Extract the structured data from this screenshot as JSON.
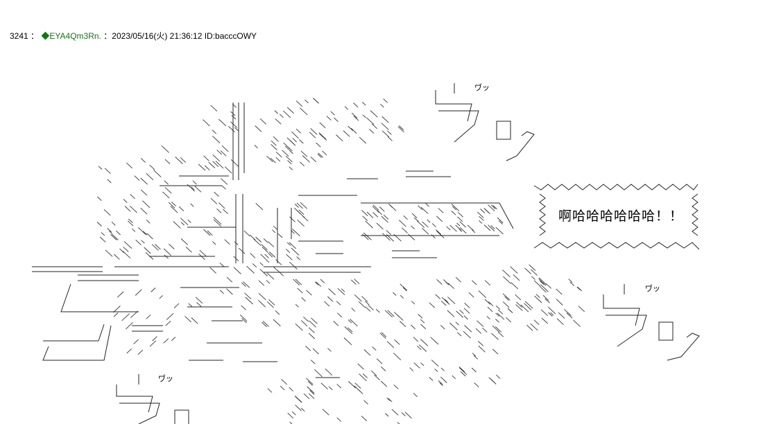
{
  "post": {
    "number": "3241",
    "separator": "：",
    "trip_mark": "◆",
    "trip": "EYA4Qm3Rn.",
    "datetime_sep": "：",
    "datetime": "2023/05/16(火) 21:36:12",
    "id": "ID:bacccOWY"
  },
  "speech": {
    "text": "啊哈哈哈哈哈哈！！"
  },
  "sfx": {
    "top_right": "ヷッ",
    "middle_right": "ヷッ",
    "bottom_left": "ヷッ"
  },
  "colors": {
    "name_green": "#117711",
    "line": "#333333"
  }
}
